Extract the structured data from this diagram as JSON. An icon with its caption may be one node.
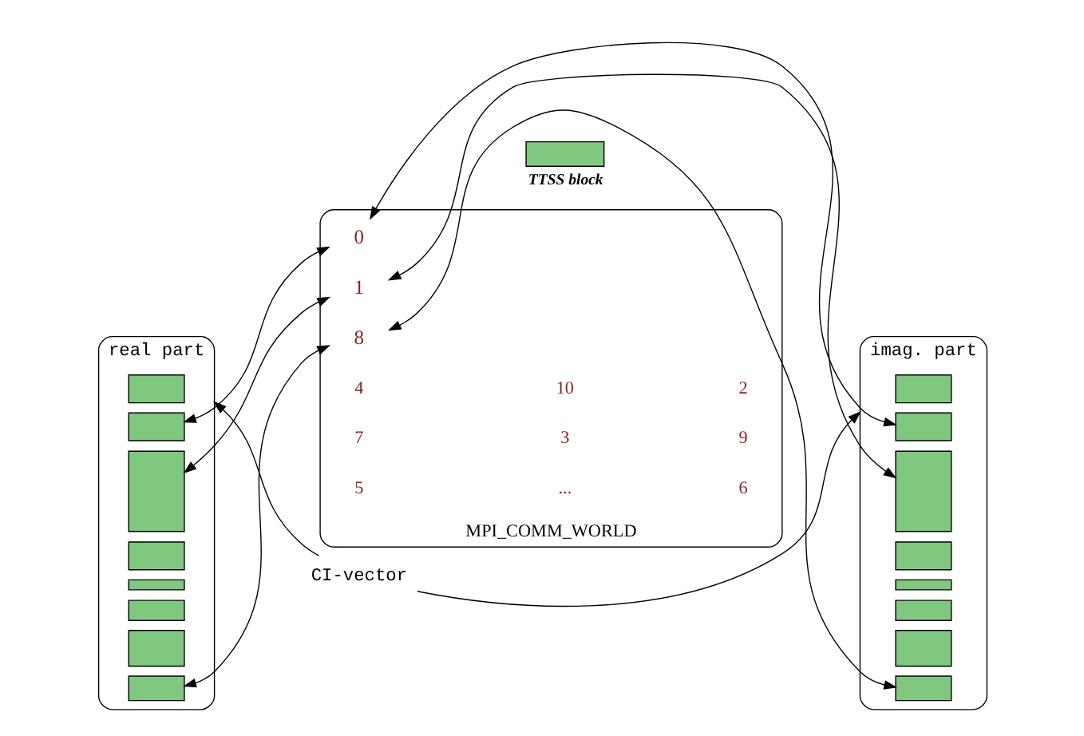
{
  "diagram": {
    "nodes": [
      {
        "text": [
          "real part"
        ]
      },
      {
        "text": [],
        "shape": "box",
        "in": 0
      },
      {
        "text": [],
        "shape": "box",
        "in": 0
      },
      {
        "text": [],
        "shape": "box",
        "in": 0
      },
      {
        "text": [],
        "shape": "box",
        "in": 0
      },
      {
        "text": [],
        "shape": "box",
        "in": 0
      },
      {
        "text": [],
        "shape": "box",
        "in": 0
      },
      {
        "text": [],
        "shape": "box",
        "in": 0
      },
      {
        "text": [],
        "shape": "box",
        "in": 0
      },
      {
        "text": [
          "CI-vector"
        ]
      },
      {
        "text": [
          "imag. part"
        ]
      },
      {
        "text": [],
        "shape": "box",
        "in": 10
      },
      {
        "text": [],
        "shape": "box",
        "in": 10
      },
      {
        "text": [],
        "shape": "box",
        "in": 10
      },
      {
        "text": [],
        "shape": "box",
        "in": 10
      },
      {
        "text": [],
        "shape": "box",
        "in": 10
      },
      {
        "text": [],
        "shape": "box",
        "in": 10
      },
      {
        "text": [],
        "shape": "box",
        "in": 10
      },
      {
        "text": [],
        "shape": "box",
        "in": 10
      },
      {
        "text": [
          "MPI_COMM_WORLD"
        ]
      },
      {
        "text": [
          "0"
        ],
        "in": 19
      },
      {
        "text": [
          "1"
        ],
        "in": 19
      },
      {
        "text": [
          "8"
        ],
        "in": 19
      }
    ],
    "edges": [
      {
        "from": 9,
        "to": 0,
        "arrow": "to"
      },
      {
        "from": 9,
        "to": 10,
        "arrow": "to"
      },
      {
        "from": 2,
        "to": 20,
        "arrow": "both"
      },
      {
        "from": 3,
        "to": 21,
        "arrow": "both"
      },
      {
        "from": 8,
        "to": 22,
        "arrow": "both"
      },
      {
        "from": 12,
        "to": 20,
        "arrow": "both"
      },
      {
        "from": 13,
        "to": 21,
        "arrow": "both"
      },
      {
        "from": 18,
        "to": 22,
        "arrow": "both"
      }
    ],
    "labels": [
      "4",
      "10",
      "2",
      "7",
      "3",
      "9",
      "5",
      "...",
      "6"
    ],
    "legend": [
      {
        "text": "TTSS block",
        "color": "#80c87f"
      }
    ]
  }
}
